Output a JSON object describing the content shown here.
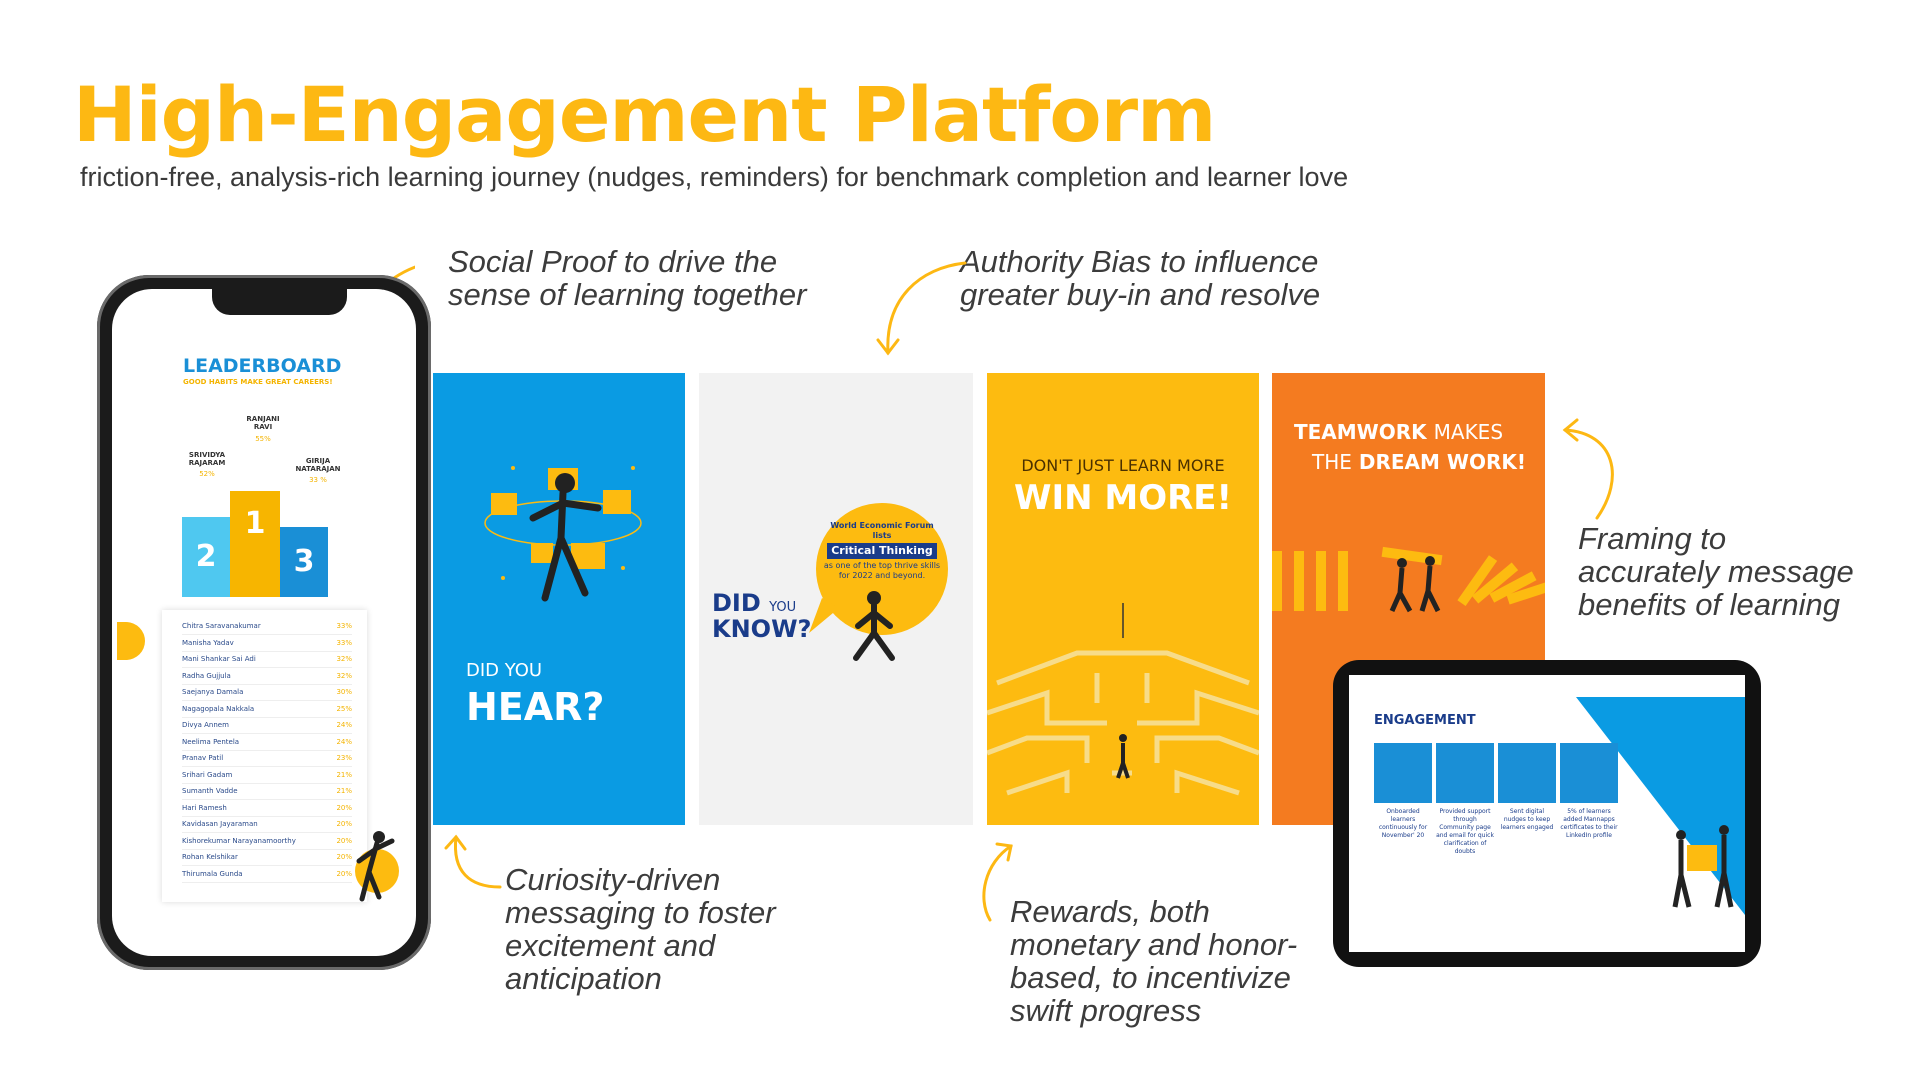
{
  "header": {
    "title": "High-Engagement Platform",
    "subtitle": "friction-free, analysis-rich learning journey (nudges, reminders) for benchmark completion and learner love"
  },
  "annotations": {
    "social_proof": [
      "Social Proof to drive the",
      "sense of learning together"
    ],
    "authority_bias": [
      "Authority Bias to influence",
      "greater buy-in and resolve"
    ],
    "curiosity": [
      "Curiosity-driven",
      "messaging to foster",
      "excitement and",
      "anticipation"
    ],
    "rewards": [
      "Rewards, both",
      "monetary and honor-",
      "based, to incentivize",
      "swift progress"
    ],
    "framing": [
      "Framing to",
      "accurately message",
      "benefits of learning"
    ]
  },
  "leaderboard": {
    "title": "LEADERBOARD",
    "subtitle": "GOOD HABITS MAKE GREAT CAREERS!",
    "podium": [
      {
        "rank": "2",
        "name_line1": "SRIVIDYA",
        "name_line2": "RAJARAM",
        "pct": "52%"
      },
      {
        "rank": "1",
        "name_line1": "RANJANI",
        "name_line2": "RAVI",
        "pct": "55%"
      },
      {
        "rank": "3",
        "name_line1": "GIRIJA",
        "name_line2": "NATARAJAN",
        "pct": "33 %"
      }
    ],
    "rows": [
      {
        "name": "Chitra Saravanakumar",
        "pct": "33%"
      },
      {
        "name": "Manisha Yadav",
        "pct": "33%"
      },
      {
        "name": "Mani Shankar Sai Adi",
        "pct": "32%"
      },
      {
        "name": "Radha Gujjula",
        "pct": "32%"
      },
      {
        "name": "Saejanya Damala",
        "pct": "30%"
      },
      {
        "name": "Nagagopala Nakkala",
        "pct": "25%"
      },
      {
        "name": "Divya Annem",
        "pct": "24%"
      },
      {
        "name": "Neelima Pentela",
        "pct": "24%"
      },
      {
        "name": "Pranav Patil",
        "pct": "23%"
      },
      {
        "name": "Srihari Gadam",
        "pct": "21%"
      },
      {
        "name": "Sumanth Vadde",
        "pct": "21%"
      },
      {
        "name": "Hari Ramesh",
        "pct": "20%"
      },
      {
        "name": "Kavidasan Jayaraman",
        "pct": "20%"
      },
      {
        "name": "Kishorekumar Narayanamoorthy",
        "pct": "20%"
      },
      {
        "name": "Rohan Kelshikar",
        "pct": "20%"
      },
      {
        "name": "Thirumala Gunda",
        "pct": "20%"
      }
    ]
  },
  "panels": {
    "did_you_hear": {
      "line1": "DID YOU",
      "line2": "HEAR?"
    },
    "did_you_know": {
      "did": "DID",
      "you": "YOU",
      "know": "KNOW?",
      "bubble_line1": "World Economic Forum lists",
      "bubble_highlight": "Critical Thinking",
      "bubble_line2": "as one of the top thrive skills",
      "bubble_line3": "for 2022 and beyond."
    },
    "win_more": {
      "line1": "DON'T JUST LEARN MORE",
      "line2": "WIN MORE!"
    },
    "teamwork": {
      "bold1": "TEAMWORK",
      "normal1": "MAKES",
      "normal2": "THE",
      "bold2": "DREAM WORK!"
    }
  },
  "tablet": {
    "title": "ENGAGEMENT",
    "tiles": [
      {
        "caption": "Onboarded learners continuously for November' 20"
      },
      {
        "caption": "Provided support through Community page and email for quick clarification of doubts"
      },
      {
        "caption": "Sent digital nudges to keep learners engaged"
      },
      {
        "caption": "5% of learners added Mannapps certificates to their LinkedIn profile"
      }
    ]
  },
  "colors": {
    "accent_yellow": "#FDB813",
    "blue": "#0A9BE3",
    "orange": "#F47B20",
    "navy": "#1A3C8A"
  }
}
